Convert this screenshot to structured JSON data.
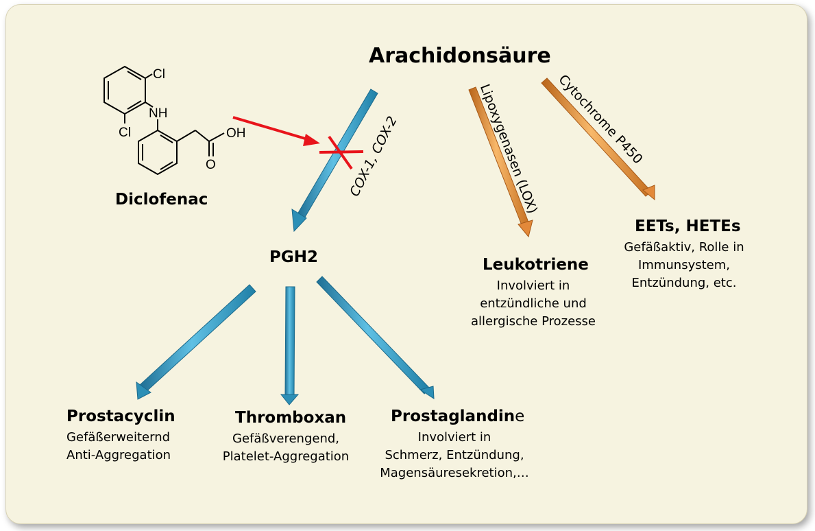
{
  "title": "Arachidonsäure",
  "drug": {
    "name": "Diclofenac",
    "atom_labels": [
      "Cl",
      "NH",
      "Cl",
      "OH",
      "O"
    ]
  },
  "enzymes": {
    "cox": "COX-1,  COX-2",
    "lox": "Lipoxygenasen (LOX)",
    "p450": "Cytochrome P450"
  },
  "intermediate": "PGH2",
  "products": {
    "leukotriene": {
      "name": "Leukotriene",
      "lines": [
        "Involviert in",
        "entzündliche und",
        "allergische Prozesse"
      ]
    },
    "eets": {
      "name": "EETs, HETEs",
      "lines": [
        "Gefäßaktiv, Rolle in",
        "Immunsystem,",
        "Entzündung, etc."
      ]
    },
    "prostacyclin": {
      "name": "Prostacyclin",
      "lines": [
        "Gefäßerweiternd",
        "Anti-Aggregation"
      ]
    },
    "thromboxan": {
      "name": "Thromboxan",
      "lines": [
        "Gefäßverengend,",
        "Platelet-Aggregation"
      ]
    },
    "prostaglandine": {
      "name_bold": "Prostaglandin",
      "name_tail": "e",
      "lines": [
        "Involviert in",
        "Schmerz, Entzündung,",
        "Magensäuresekretion,…"
      ]
    }
  },
  "colors": {
    "cox_arrow": "#2b8db4",
    "lox_arrow": "#e08a2e",
    "inhibition": "#e8141b",
    "panel": "#f6f3e0"
  }
}
